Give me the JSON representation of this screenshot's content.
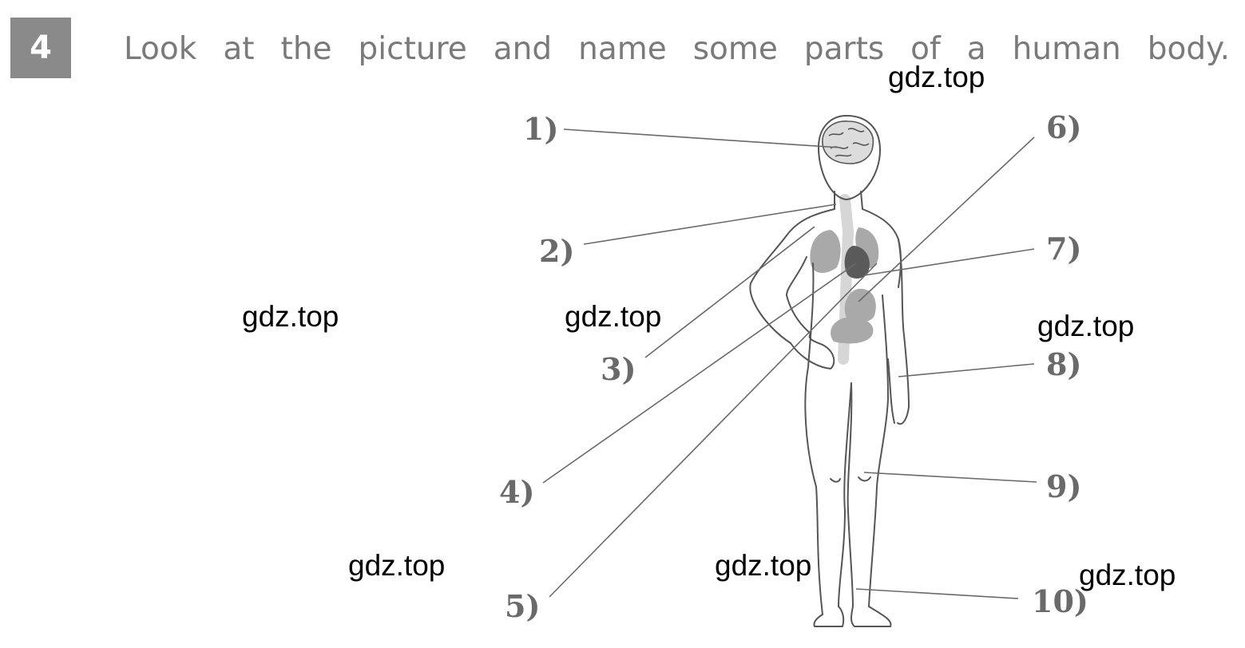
{
  "exercise": {
    "number": "4",
    "instruction": "Look at the picture and name some parts of a human body."
  },
  "labels": [
    "1)",
    "2)",
    "3)",
    "4)",
    "5)",
    "6)",
    "7)",
    "8)",
    "9)",
    "10)"
  ],
  "watermark": "gdz.top",
  "colors": {
    "badge": "#8a8a8a",
    "instruction_text": "#7a7a7a",
    "label_text": "#6a6a6a",
    "outline": "#555555",
    "organ_light": "#a9a9a9",
    "organ_dark": "#5a5a5a",
    "spine": "#d6d6d6"
  }
}
